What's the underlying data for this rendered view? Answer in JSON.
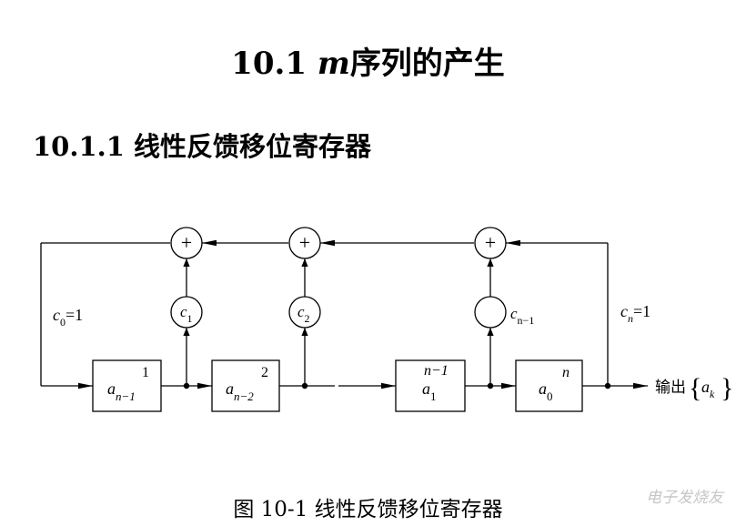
{
  "section_title": {
    "number": "10.1",
    "italic": "m",
    "text": "序列的产生"
  },
  "subsection_title": "10.1.1 线性反馈移位寄存器",
  "caption": "图 10-1 线性反馈移位寄存器",
  "watermark": "电子发烧友",
  "diagram": {
    "adder_symbol": "+",
    "registers": [
      {
        "index": "1",
        "var": "a",
        "sub": "n−1"
      },
      {
        "index": "2",
        "var": "a",
        "sub": "n−2"
      },
      {
        "index": "n−1",
        "var": "a",
        "sub": "1"
      },
      {
        "index": "n",
        "var": "a",
        "sub": "0"
      }
    ],
    "coefficients": [
      {
        "var": "c",
        "sub": "1"
      },
      {
        "var": "c",
        "sub": "2"
      },
      {
        "var": "c",
        "sub": "n−1"
      }
    ],
    "c0_label": {
      "var": "c",
      "sub": "0",
      "rest": "=1"
    },
    "cn_label": {
      "var": "c",
      "sub": "n",
      "rest": "=1"
    },
    "output_label": "输出",
    "output_seq": {
      "var": "a",
      "sub": "k"
    }
  }
}
